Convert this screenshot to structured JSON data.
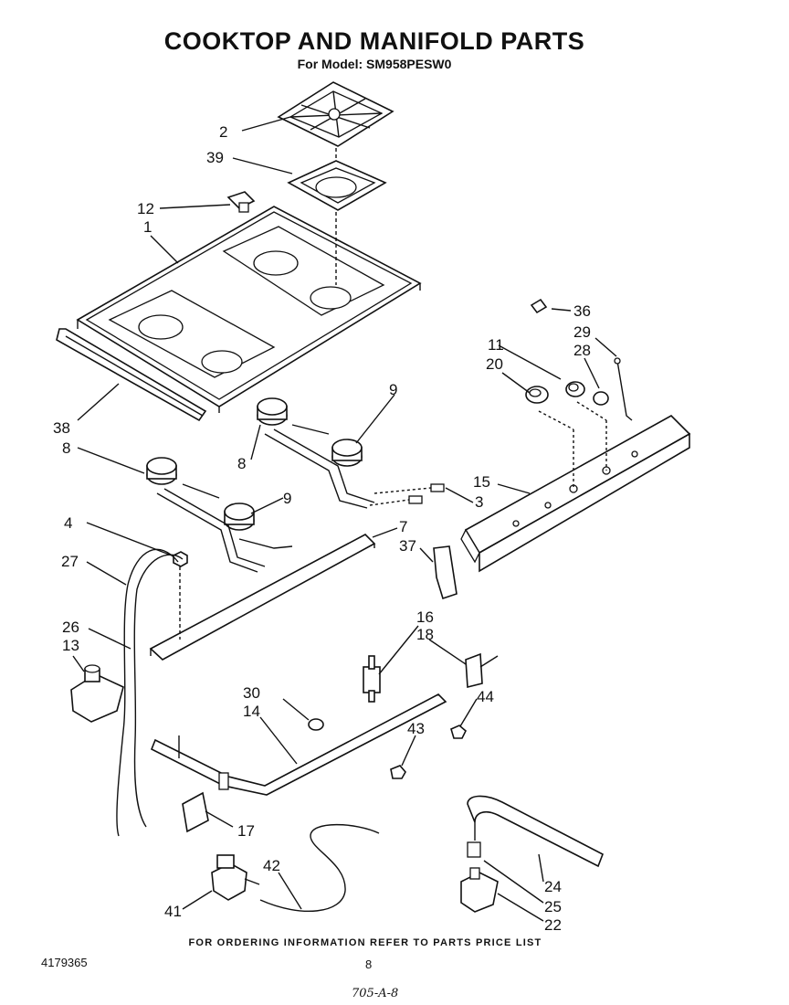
{
  "header": {
    "title": "COOKTOP AND MANIFOLD PARTS",
    "subtitle": "For Model: SM958PESW0"
  },
  "callouts": {
    "c1": "1",
    "c2": "2",
    "c3": "3",
    "c4": "4",
    "c7": "7",
    "c8a": "8",
    "c8b": "8",
    "c9a": "9",
    "c9b": "9",
    "c11": "11",
    "c12": "12",
    "c13": "13",
    "c14": "14",
    "c15": "15",
    "c16": "16",
    "c17": "17",
    "c18": "18",
    "c20": "20",
    "c22": "22",
    "c24": "24",
    "c25": "25",
    "c26": "26",
    "c27": "27",
    "c28": "28",
    "c29": "29",
    "c30": "30",
    "c36": "36",
    "c37": "37",
    "c38": "38",
    "c39": "39",
    "c41": "41",
    "c42": "42",
    "c43": "43",
    "c44": "44"
  },
  "footer": {
    "note": "FOR ORDERING INFORMATION REFER TO PARTS PRICE LIST",
    "doc_number": "4179365",
    "page_number": "8",
    "handwritten": "705-A-8"
  }
}
